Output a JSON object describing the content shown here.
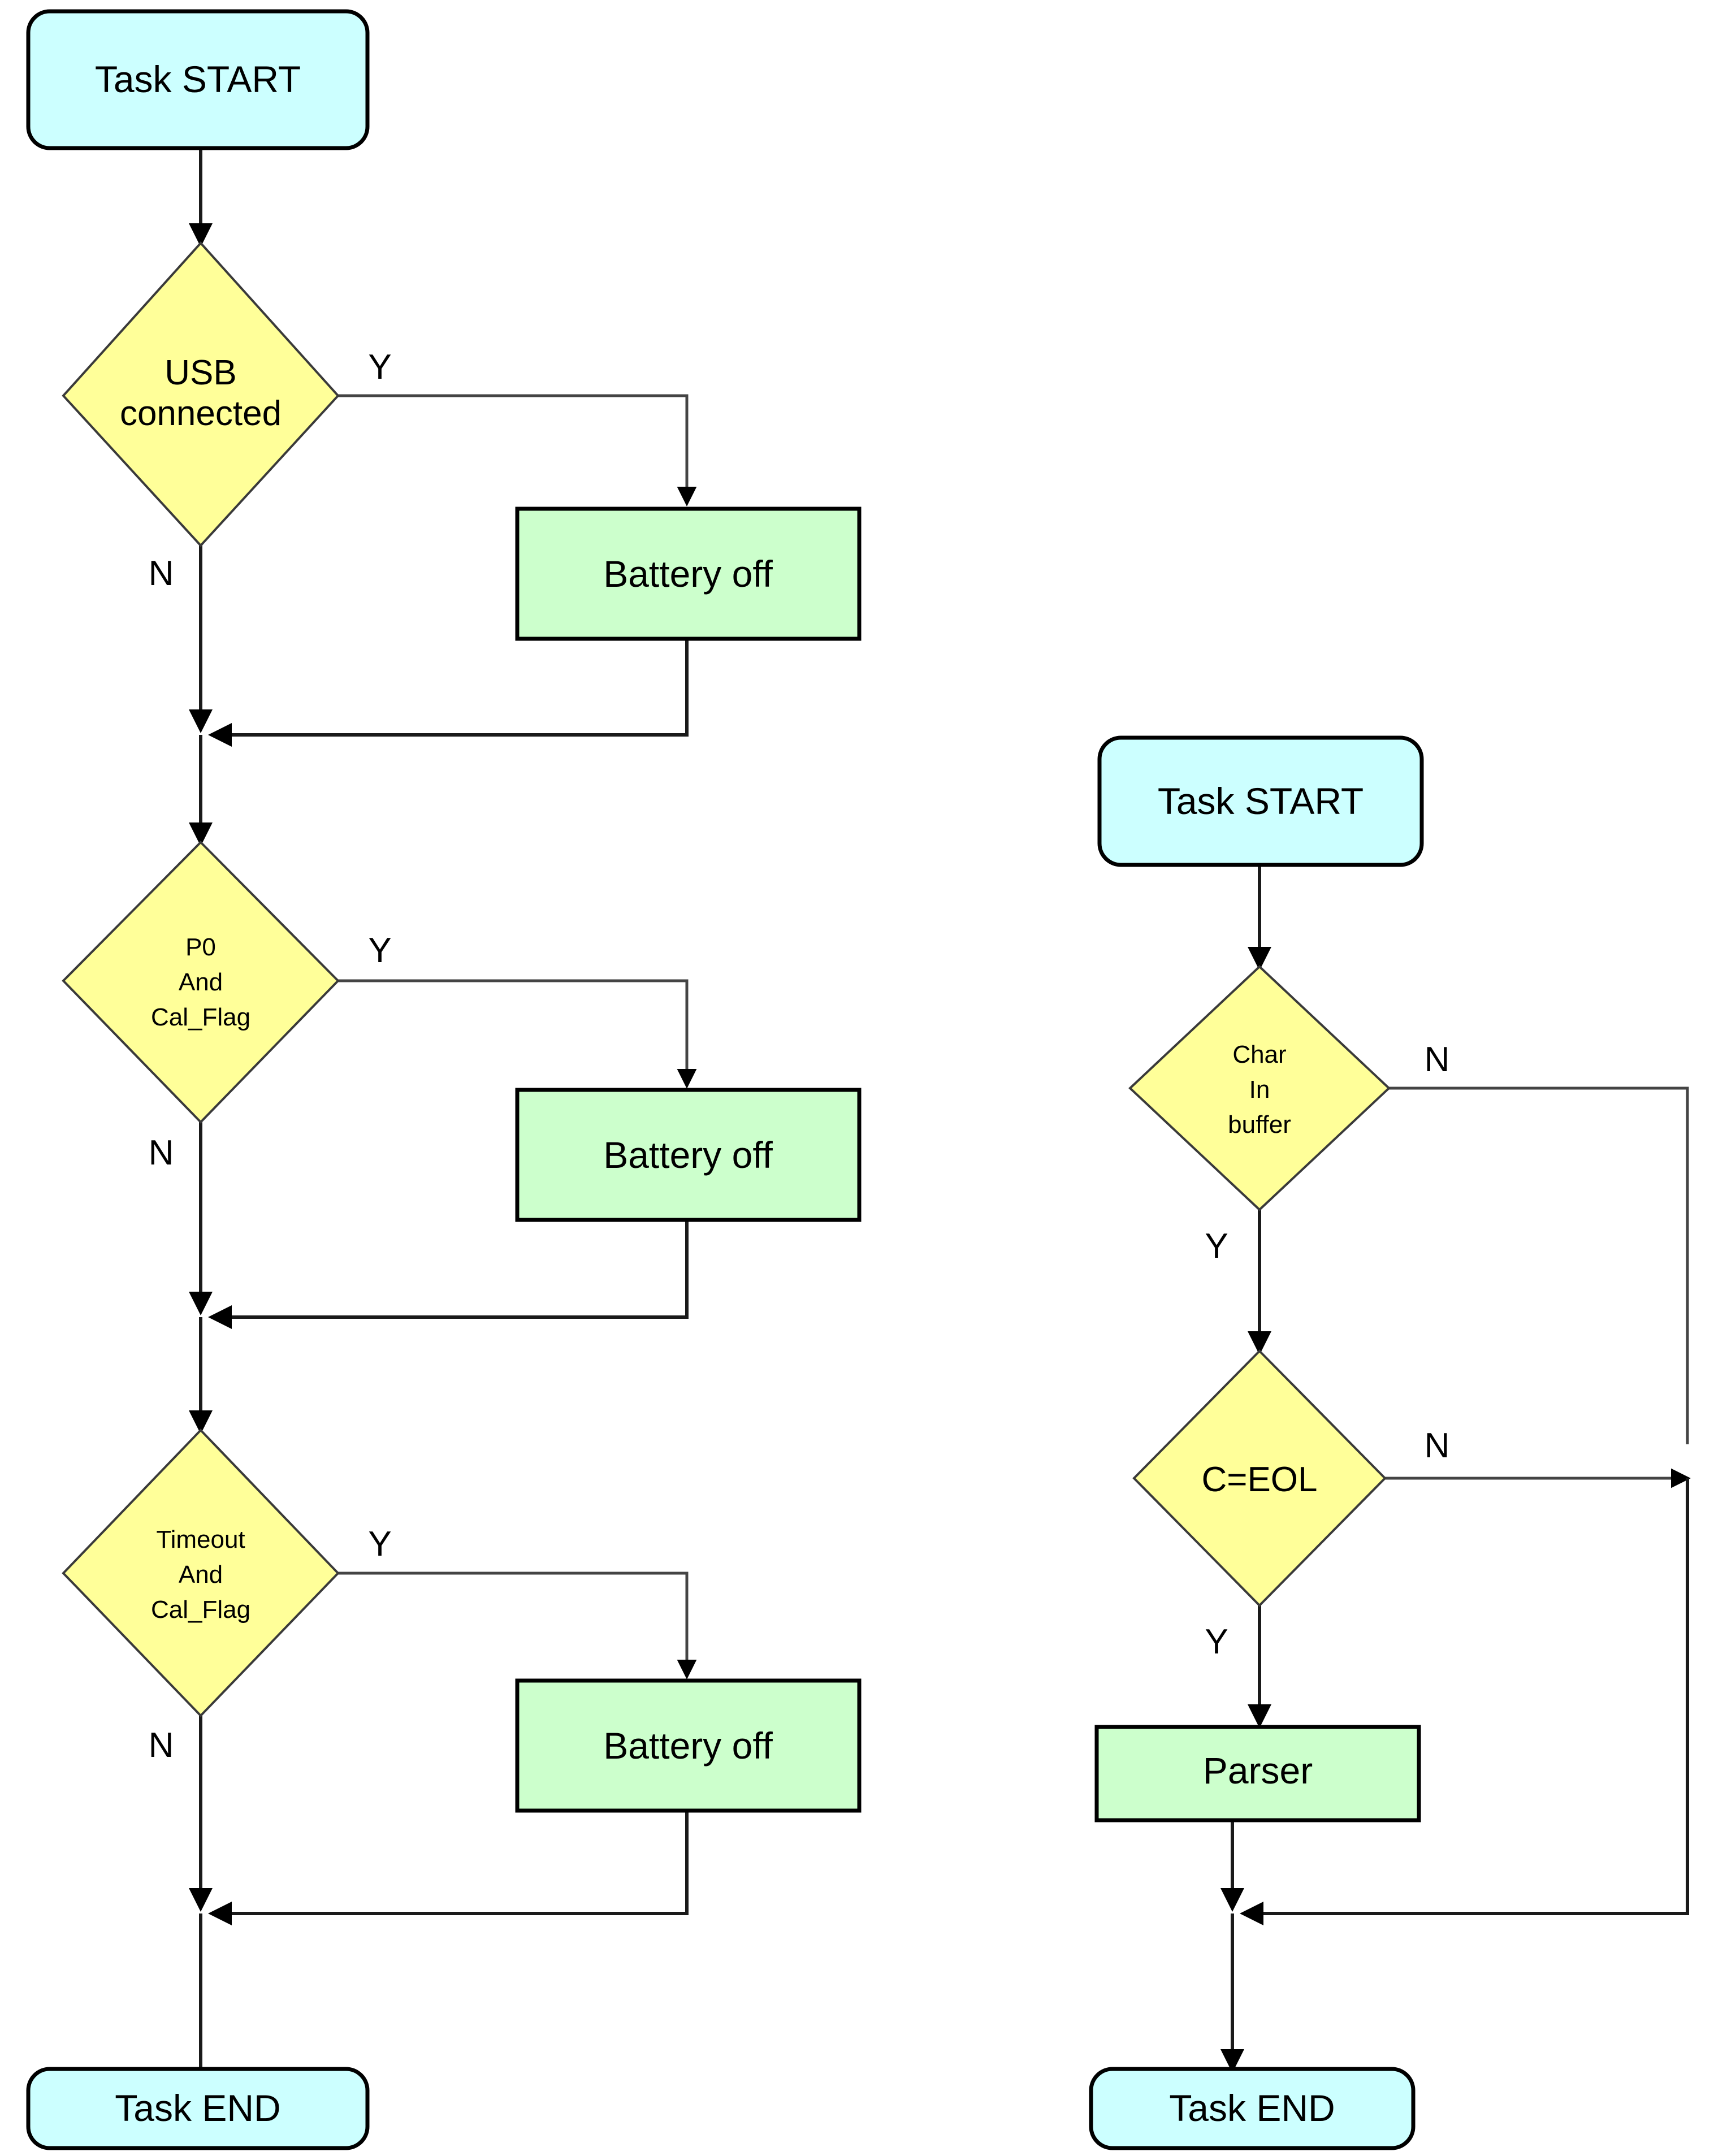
{
  "diagram": {
    "title": "Two task flowcharts: battery management task and serial parser task",
    "colors": {
      "terminator_fill": "#ccffff",
      "process_fill": "#ccffcc",
      "decision_fill": "#ffff99",
      "stroke": "#000000",
      "background": "#ffffff"
    },
    "flowcharts": [
      {
        "id": "battery-task",
        "nodes": [
          {
            "id": "l-start",
            "type": "terminator",
            "label": "Task START"
          },
          {
            "id": "l-dec-usb",
            "type": "decision",
            "label_lines": [
              "USB",
              "connected"
            ]
          },
          {
            "id": "l-batt-1",
            "type": "process",
            "label": "Battery off"
          },
          {
            "id": "l-dec-p0",
            "type": "decision",
            "label_lines": [
              "P0",
              "And",
              "Cal_Flag"
            ]
          },
          {
            "id": "l-batt-2",
            "type": "process",
            "label": "Battery off"
          },
          {
            "id": "l-dec-to",
            "type": "decision",
            "label_lines": [
              "Timeout",
              "And",
              "Cal_Flag"
            ]
          },
          {
            "id": "l-batt-3",
            "type": "process",
            "label": "Battery off"
          },
          {
            "id": "l-end",
            "type": "terminator",
            "label": "Task END"
          }
        ],
        "branch_labels": [
          {
            "id": "l-usb-y",
            "text": "Y"
          },
          {
            "id": "l-usb-n",
            "text": "N"
          },
          {
            "id": "l-p0-y",
            "text": "Y"
          },
          {
            "id": "l-p0-n",
            "text": "N"
          },
          {
            "id": "l-to-y",
            "text": "Y"
          },
          {
            "id": "l-to-n",
            "text": "N"
          }
        ]
      },
      {
        "id": "parser-task",
        "nodes": [
          {
            "id": "r-start",
            "type": "terminator",
            "label": "Task START"
          },
          {
            "id": "r-dec-char",
            "type": "decision",
            "label_lines": [
              "Char",
              "In",
              "buffer"
            ]
          },
          {
            "id": "r-dec-eol",
            "type": "decision",
            "label_lines": [
              "C=EOL"
            ]
          },
          {
            "id": "r-parser",
            "type": "process",
            "label": "Parser"
          },
          {
            "id": "r-end",
            "type": "terminator",
            "label": "Task END"
          }
        ],
        "branch_labels": [
          {
            "id": "r-char-n",
            "text": "N"
          },
          {
            "id": "r-char-y",
            "text": "Y"
          },
          {
            "id": "r-eol-n",
            "text": "N"
          },
          {
            "id": "r-eol-y",
            "text": "Y"
          }
        ]
      }
    ]
  }
}
